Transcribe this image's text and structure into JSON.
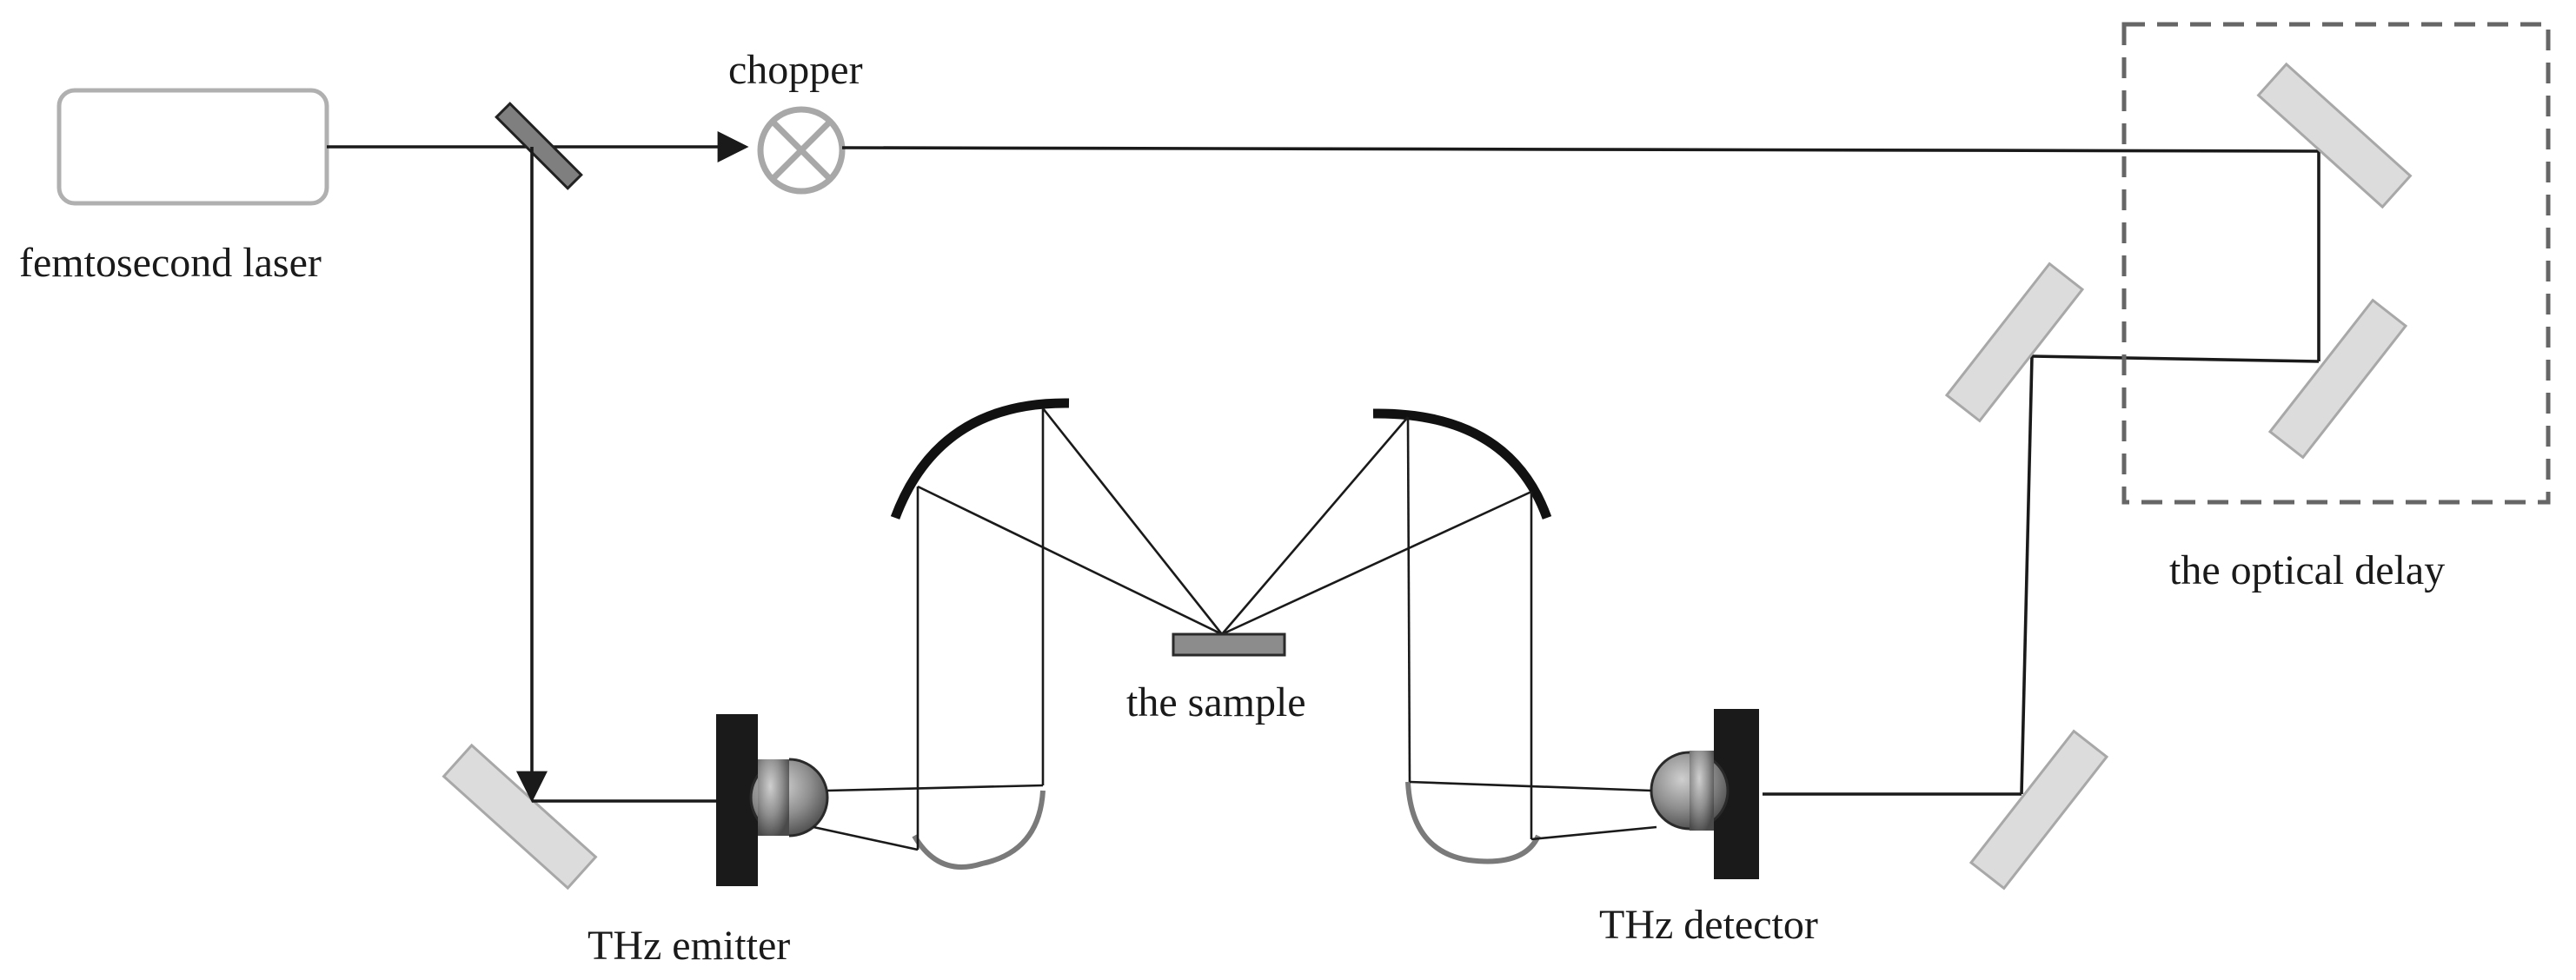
{
  "labels": {
    "laser": "femtosecond laser",
    "chopper": "chopper",
    "delay": "the optical delay",
    "sample": "the sample",
    "emitter": "THz emitter",
    "detector": "THz detector"
  },
  "colors": {
    "beam": "#1a1a1a",
    "mirror_fill": "#dcdcdc",
    "mirror_edge": "#a8a8a8",
    "beam_splitter": "#7f7f7f",
    "sample": "#8c8c8c",
    "antenna": "#1a1a1a",
    "lens": "#8a8a8a",
    "delay_box": "#666666"
  }
}
